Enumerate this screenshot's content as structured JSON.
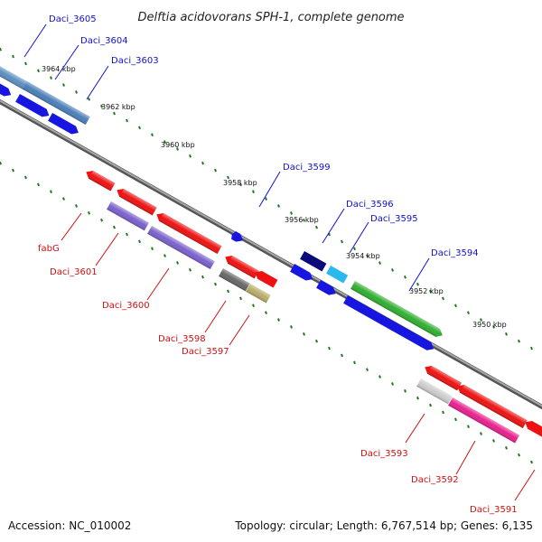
{
  "title": "Delftia acidovorans SPH-1, complete genome",
  "footer": {
    "accession": "Accession: NC_010002",
    "summary": "Topology: circular; Length: 6,767,514 bp; Genes: 6,135"
  },
  "colors": {
    "backbone": "#8c8c8c",
    "tick": "#1e7a1e",
    "forward_label": "#1010cc",
    "reverse_label": "#d01010"
  },
  "kbp_labels": [
    "3964 kbp",
    "3962 kbp",
    "3960 kbp",
    "3958 kbp",
    "3956 kbp",
    "3954 kbp",
    "3952 kbp",
    "3950 kbp"
  ],
  "forward_genes": [
    {
      "name": "Daci_3605",
      "color": "#5b8fc0"
    },
    {
      "name": "Daci_3604",
      "color": "#4a7fb8"
    },
    {
      "name": "Daci_3603",
      "color": "#3f6fa8"
    },
    {
      "name": "Daci_3599",
      "color": "#1616e0"
    },
    {
      "name": "Daci_3596",
      "color": "#0a0a7a"
    },
    {
      "name": "Daci_3595",
      "color": "#2ab8ee"
    },
    {
      "name": "Daci_3594",
      "color": "#2fae2f"
    }
  ],
  "reverse_genes": [
    {
      "name": "fabG",
      "color": "#ee1111"
    },
    {
      "name": "Daci_3601",
      "color": "#7a60cc"
    },
    {
      "name": "Daci_3600",
      "color": "#ee1111"
    },
    {
      "name": "Daci_3598",
      "color": "#666666"
    },
    {
      "name": "Daci_3597",
      "color": "#b8ad6a"
    },
    {
      "name": "Daci_3593",
      "color": "#ee1111"
    },
    {
      "name": "Daci_3592",
      "color": "#e8208e"
    },
    {
      "name": "Daci_3591",
      "color": "#ee1111"
    }
  ]
}
